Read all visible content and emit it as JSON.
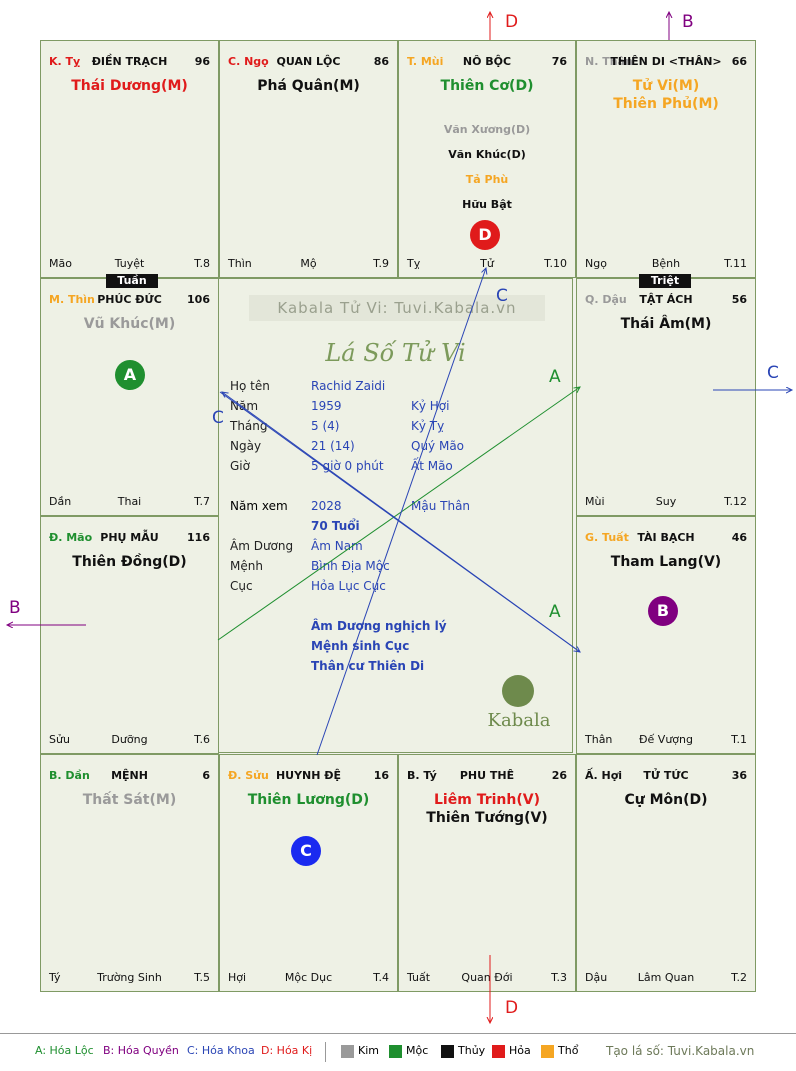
{
  "colors": {
    "red": "#e01b1b",
    "green": "#1f8f2f",
    "orange": "#f5a623",
    "gray": "#9a9a9a",
    "blue": "#2a45b5",
    "purple": "#800080",
    "black": "#111111"
  },
  "palaces": [
    {
      "id": "ty-top",
      "can": "K. Tỵ",
      "can_color": "#e01b1b",
      "name": "ĐIỀN TRẠCH",
      "score": "96",
      "main": [
        {
          "t": "Thái Dương(M)",
          "c": "#e01b1b"
        }
      ],
      "minor": [],
      "f1": "Mão",
      "f2": "Tuyệt",
      "f3": "T.8"
    },
    {
      "id": "ngo-top",
      "can": "C. Ngọ",
      "can_color": "#e01b1b",
      "name": "QUAN LỘC",
      "score": "86",
      "main": [
        {
          "t": "Phá Quân(M)",
          "c": "#111111"
        }
      ],
      "minor": [],
      "f1": "Thìn",
      "f2": "Mộ",
      "f3": "T.9"
    },
    {
      "id": "mui",
      "can": "T. Mùi",
      "can_color": "#f5a623",
      "name": "NÔ BỘC",
      "score": "76",
      "main": [
        {
          "t": "Thiên Cơ(D)",
          "c": "#1f8f2f"
        }
      ],
      "minor": [
        {
          "t": "Văn Xương(D)",
          "c": "#9a9a9a"
        },
        {
          "t": "Văn Khúc(D)",
          "c": "#111111"
        },
        {
          "t": "Tả Phù",
          "c": "#f5a623"
        },
        {
          "t": "Hữu Bật",
          "c": "#111111"
        }
      ],
      "f1": "Tỵ",
      "f2": "Tử",
      "f3": "T.10"
    },
    {
      "id": "than",
      "can": "N. Thân",
      "can_color": "#9a9a9a",
      "name": "THIÊN DI <THÂN>",
      "score": "66",
      "main": [
        {
          "t": "Tử Vi(M)",
          "c": "#f5a623"
        },
        {
          "t": "Thiên Phủ(M)",
          "c": "#f5a623"
        }
      ],
      "minor": [],
      "f1": "Ngọ",
      "f2": "Bệnh",
      "f3": "T.11"
    },
    {
      "id": "thin",
      "can": "M. Thìn",
      "can_color": "#f5a623",
      "name": "PHÚC ĐỨC",
      "score": "106",
      "main": [
        {
          "t": "Vũ Khúc(M)",
          "c": "#9a9a9a"
        }
      ],
      "minor": [],
      "f1": "Dần",
      "f2": "Thai",
      "f3": "T.7"
    },
    {
      "id": "dau",
      "can": "Q. Dậu",
      "can_color": "#9a9a9a",
      "name": "TẬT ÁCH",
      "score": "56",
      "main": [
        {
          "t": "Thái Âm(M)",
          "c": "#111111"
        }
      ],
      "minor": [],
      "f1": "Mùi",
      "f2": "Suy",
      "f3": "T.12"
    },
    {
      "id": "mao",
      "can": "Đ. Mão",
      "can_color": "#1f8f2f",
      "name": "PHỤ MẪU",
      "score": "116",
      "main": [
        {
          "t": "Thiên Đồng(D)",
          "c": "#111111"
        }
      ],
      "minor": [],
      "f1": "Sửu",
      "f2": "Dưỡng",
      "f3": "T.6"
    },
    {
      "id": "tuat",
      "can": "G. Tuất",
      "can_color": "#f5a623",
      "name": "TÀI BẠCH",
      "score": "46",
      "main": [
        {
          "t": "Tham Lang(V)",
          "c": "#111111"
        }
      ],
      "minor": [],
      "f1": "Thân",
      "f2": "Đế Vượng",
      "f3": "T.1"
    },
    {
      "id": "dan",
      "can": "B. Dần",
      "can_color": "#1f8f2f",
      "name": "MỆNH",
      "score": "6",
      "main": [
        {
          "t": "Thất Sát(M)",
          "c": "#9a9a9a"
        }
      ],
      "minor": [],
      "f1": "Tý",
      "f2": "Trường Sinh",
      "f3": "T.5"
    },
    {
      "id": "suu",
      "can": "Đ. Sửu",
      "can_color": "#f5a623",
      "name": "HUYNH ĐỆ",
      "score": "16",
      "main": [
        {
          "t": "Thiên Lương(D)",
          "c": "#1f8f2f"
        }
      ],
      "minor": [],
      "f1": "Hợi",
      "f2": "Mộc Dục",
      "f3": "T.4"
    },
    {
      "id": "ty-bottom",
      "can": "B. Tý",
      "can_color": "#111111",
      "name": "PHU THÊ",
      "score": "26",
      "main": [
        {
          "t": "Liêm Trinh(V)",
          "c": "#e01b1b"
        },
        {
          "t": "Thiên Tướng(V)",
          "c": "#111111"
        }
      ],
      "minor": [],
      "f1": "Tuất",
      "f2": "Quan Đới",
      "f3": "T.3"
    },
    {
      "id": "hoi",
      "can": "Ấ. Hợi",
      "can_color": "#111111",
      "name": "TỬ TỨC",
      "score": "36",
      "main": [
        {
          "t": "Cự Môn(D)",
          "c": "#111111"
        }
      ],
      "minor": [],
      "f1": "Dậu",
      "f2": "Lâm Quan",
      "f3": "T.2"
    }
  ],
  "tags": {
    "tuan": "Tuần",
    "triet": "Triệt"
  },
  "badges": {
    "mui": "D",
    "thin": "A",
    "tuat": "B",
    "suu": "C"
  },
  "center": {
    "watermark": "Kabala Tử Vi: Tuvi.Kabala.vn",
    "title": "Lá Số Tử Vi",
    "rows": [
      {
        "l": "Họ tên",
        "v": "Rachid Zaidi",
        "x": ""
      },
      {
        "l": "Năm",
        "v": "1959",
        "x": "Kỷ Hợi"
      },
      {
        "l": "Tháng",
        "v": "5  (4)",
        "x": "Kỷ Tỵ"
      },
      {
        "l": "Ngày",
        "v": "21  (14)",
        "x": "Quý Mão"
      },
      {
        "l": "Giờ",
        "v": "5 giờ 0 phút",
        "x": "Ất Mão"
      }
    ],
    "nam_xem_label": "Năm xem",
    "nam_xem": "2028",
    "nam_xem_can": "Mậu Thân",
    "tuoi": "70 Tuổi",
    "rows2": [
      {
        "l": "Âm Dương",
        "v": "Âm Nam"
      },
      {
        "l": "Mệnh",
        "v": "Bình Địa Mộc"
      },
      {
        "l": "Cục",
        "v": "Hỏa Lục Cục"
      }
    ],
    "notes": [
      "Âm Dương nghịch lý",
      "Mệnh sinh Cục",
      "Thân cư Thiên Di"
    ],
    "logo": "Kabala"
  },
  "annotations": {
    "d_top": "D",
    "b_top": "B",
    "c_right": "C",
    "b_left": "B",
    "d_bottom": "D",
    "a1": "A",
    "a2": "A",
    "c1": "C",
    "c2": "C"
  },
  "legend": {
    "a": "A: Hóa Lộc",
    "b": "B: Hóa Quyền",
    "c": "C: Hóa Khoa",
    "d": "D: Hóa Kị",
    "kim": "Kim",
    "moc": "Mộc",
    "thuy": "Thủy",
    "hoa": "Hỏa",
    "tho": "Thổ",
    "site": "Tạo lá số: Tuvi.Kabala.vn"
  }
}
